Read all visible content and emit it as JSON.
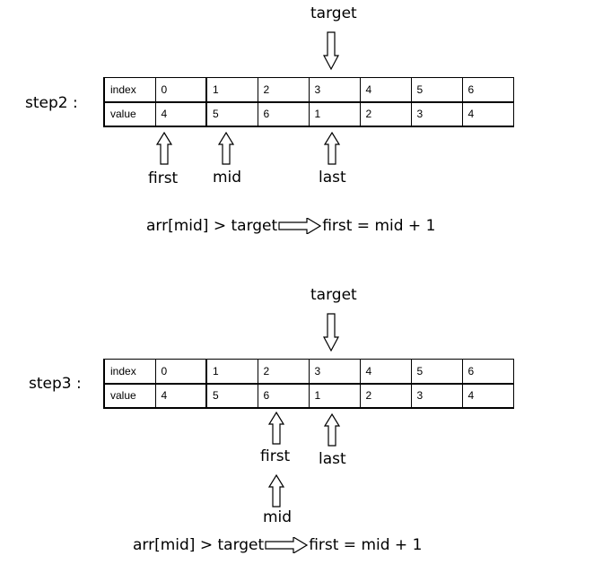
{
  "step2": {
    "label": "step2 :",
    "target_label": "target",
    "rows": [
      {
        "header": "index",
        "cells": [
          "0",
          "1",
          "2",
          "3",
          "4",
          "5",
          "6"
        ]
      },
      {
        "header": "value",
        "cells": [
          "4",
          "5",
          "6",
          "1",
          "2",
          "3",
          "4"
        ]
      }
    ],
    "pointers": {
      "first": "first",
      "mid": "mid",
      "last": "last"
    },
    "formula": {
      "left": "arr[mid] > target",
      "right": "first = mid + 1"
    }
  },
  "step3": {
    "label": "step3 :",
    "target_label": "target",
    "rows": [
      {
        "header": "index",
        "cells": [
          "0",
          "1",
          "2",
          "3",
          "4",
          "5",
          "6"
        ]
      },
      {
        "header": "value",
        "cells": [
          "4",
          "5",
          "6",
          "1",
          "2",
          "3",
          "4"
        ]
      }
    ],
    "pointers": {
      "first": "first",
      "mid": "mid",
      "last": "last"
    },
    "formula": {
      "left": "arr[mid] > target",
      "right": "first = mid + 1"
    }
  }
}
